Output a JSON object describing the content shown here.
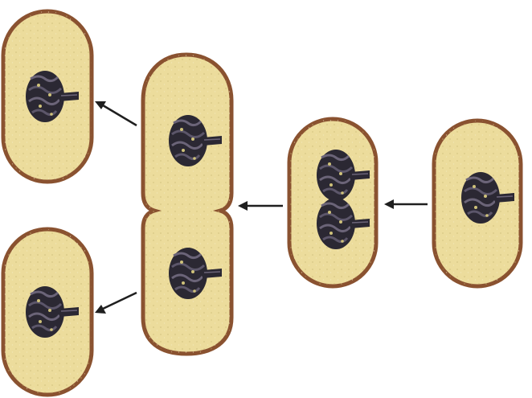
{
  "diagram": {
    "colors": {
      "background": "#ffffff",
      "cell_fill": "#ecdc9c",
      "cell_wall": "#8a5230",
      "cell_wall_light": "#b9855a",
      "chromatin": "#2b2833",
      "chromatin_light": "#5c566a",
      "arrow": "#1f1f1f"
    },
    "stages": [
      {
        "id": "single-cell",
        "description_icon": "bacterium-with-nucleoid"
      },
      {
        "id": "replicated-dna-cell",
        "description_icon": "bacterium-with-two-nucleoids"
      },
      {
        "id": "dividing-cell",
        "description_icon": "constricting-bacterium"
      },
      {
        "id": "daughter-cells",
        "description_icon": "two-bacteria"
      }
    ]
  }
}
